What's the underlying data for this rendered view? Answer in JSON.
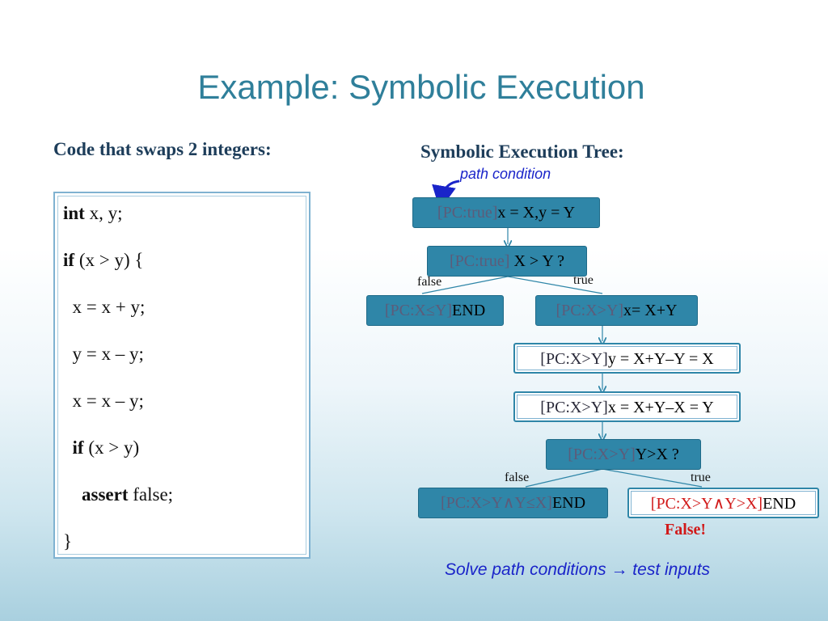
{
  "slide": {
    "title": "Example: Symbolic Execution",
    "left_heading": "Code that swaps 2 integers:",
    "right_heading": "Symbolic Execution Tree:",
    "annotation": "path condition",
    "footer": "Solve path conditions → test inputs",
    "false_note": "False!"
  },
  "code": [
    {
      "kw": "int",
      "rest": " x, y;"
    },
    {
      "kw": "if",
      "rest": " (x > y) {"
    },
    {
      "kw": "",
      "rest": "  x = x + y;"
    },
    {
      "kw": "",
      "rest": "  y = x – y;"
    },
    {
      "kw": "",
      "rest": "  x = x – y;"
    },
    {
      "kw": "if",
      "rest": " (x > y)",
      "indent": "  "
    },
    {
      "kw": "assert",
      "rest": " false;",
      "indent": "    "
    },
    {
      "kw": "",
      "rest": "}"
    }
  ],
  "tree": {
    "nodes": [
      {
        "id": "n1",
        "pc": "[PC:true]",
        "stmt": "x = X,y = Y",
        "style": "filled"
      },
      {
        "id": "n2",
        "pc": "[PC:true]",
        "stmt": " X > Y ?",
        "style": "filled"
      },
      {
        "id": "n3",
        "pc": "[PC:X≤Y]",
        "stmt": "END",
        "style": "filled"
      },
      {
        "id": "n4",
        "pc": "[PC:X>Y]",
        "stmt": "x= X+Y",
        "style": "filled"
      },
      {
        "id": "n5",
        "pc": "[PC:X>Y]",
        "stmt": "y = X+Y–Y = X",
        "style": "outlined"
      },
      {
        "id": "n6",
        "pc": "[PC:X>Y]",
        "stmt": "x = X+Y–X = Y",
        "style": "outlined"
      },
      {
        "id": "n7",
        "pc": "[PC:X>Y]",
        "stmt": "Y>X ?",
        "style": "filled"
      },
      {
        "id": "n8",
        "pc": "[PC:X>Y∧Y≤X]",
        "stmt": "END",
        "style": "filled"
      },
      {
        "id": "n9",
        "pc": "[PC:X>Y∧Y>X]",
        "stmt": "END",
        "style": "outlined"
      }
    ],
    "edge_labels": {
      "n2_false": "false",
      "n2_true": "true",
      "n7_false": "false",
      "n7_true": "true"
    }
  },
  "colors": {
    "title": "#2f7f9a",
    "node_fill": "#2f86a8",
    "annotation_blue": "#1a24c9",
    "false_red": "#d11a1a"
  }
}
